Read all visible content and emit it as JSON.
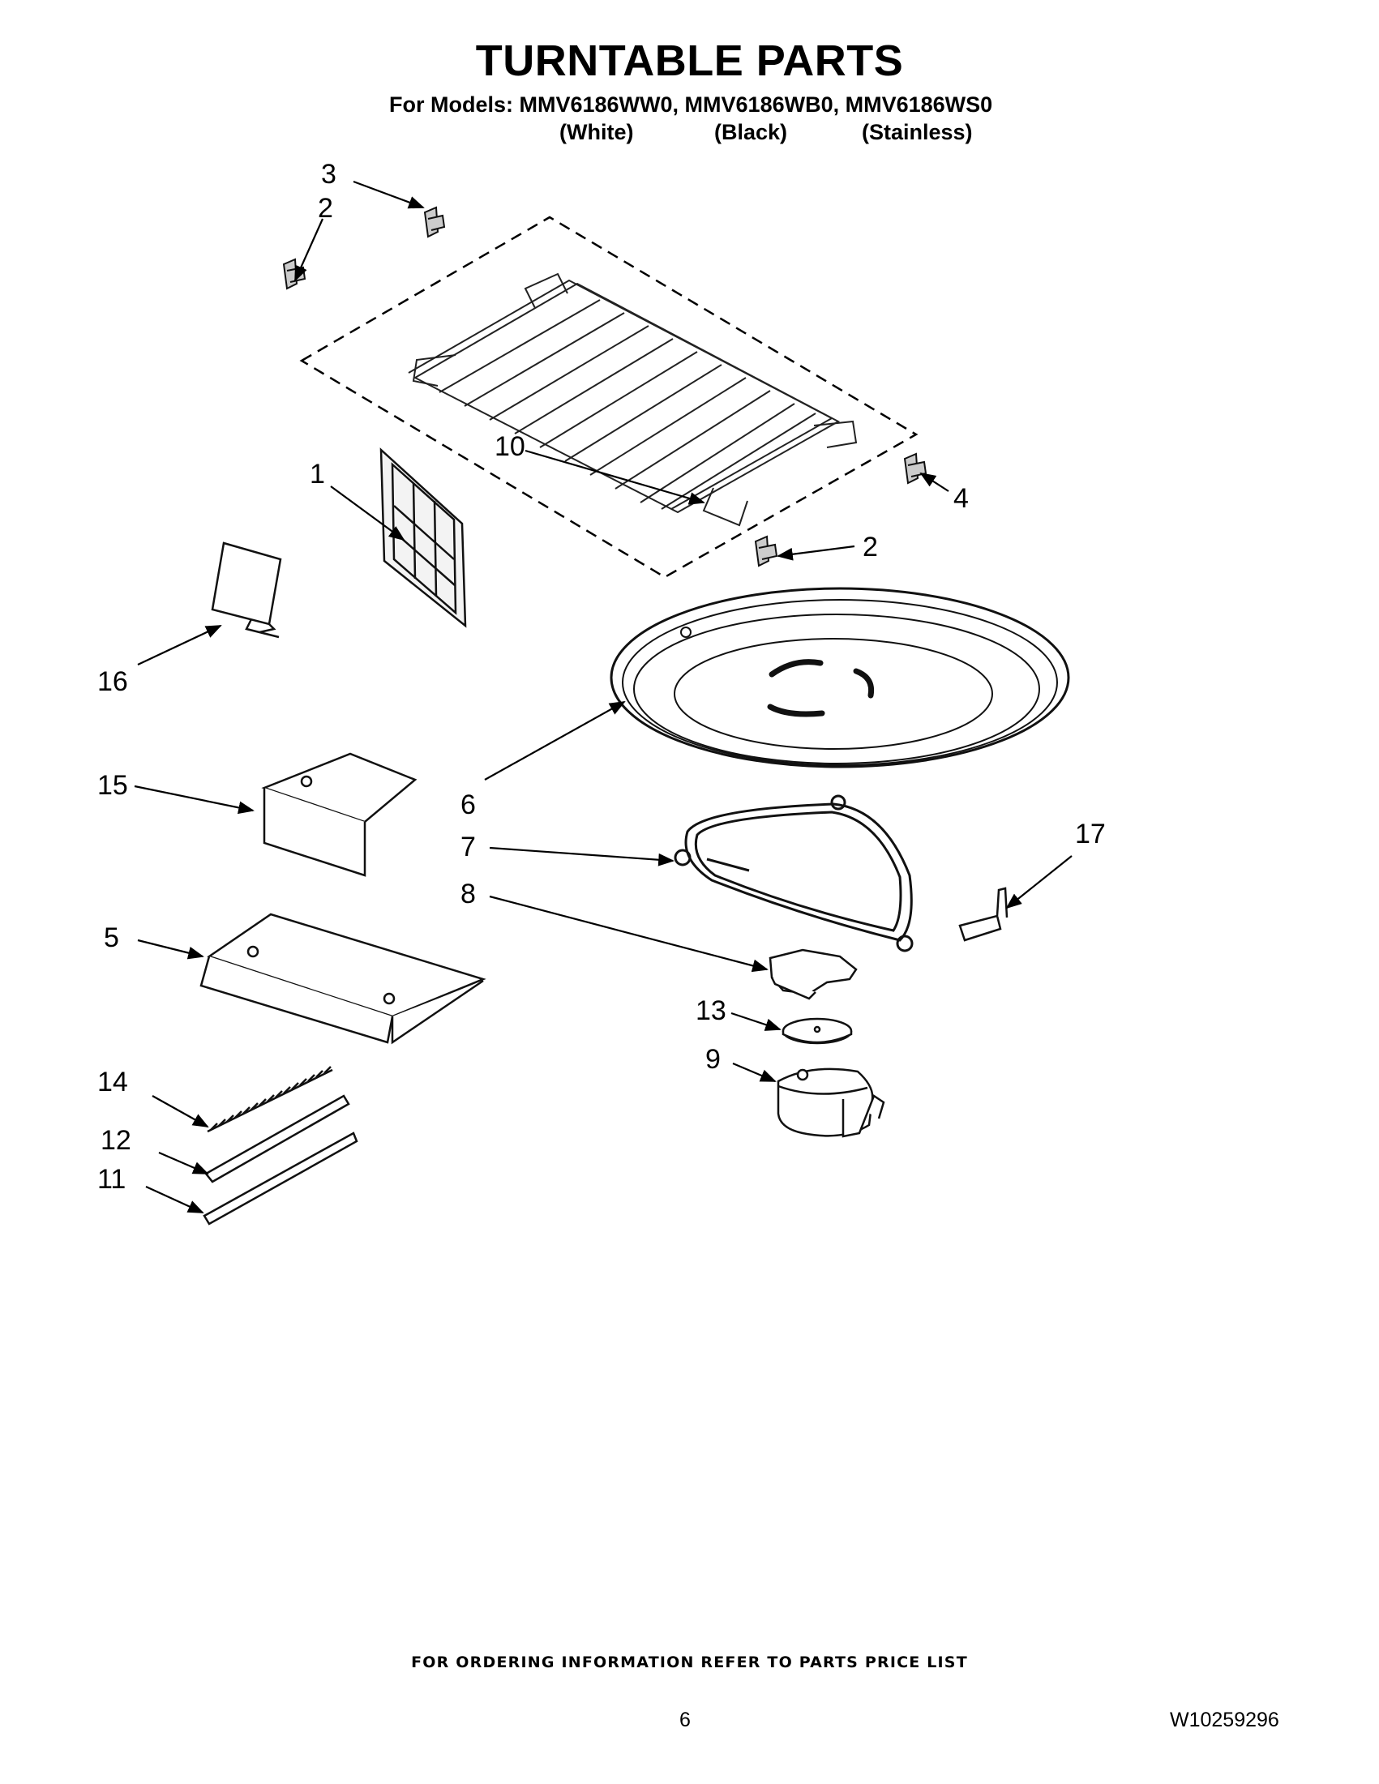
{
  "header": {
    "title": "TURNTABLE PARTS",
    "models_line": "For Models: MMV6186WW0, MMV6186WB0, MMV6186WS0",
    "variants": [
      "(White)",
      "(Black)",
      "(Stainless)"
    ]
  },
  "parts": [
    {
      "id": "p3",
      "label": "3"
    },
    {
      "id": "p2a",
      "label": "2"
    },
    {
      "id": "p10",
      "label": "10"
    },
    {
      "id": "p4",
      "label": "4"
    },
    {
      "id": "p1",
      "label": "1"
    },
    {
      "id": "p2b",
      "label": "2"
    },
    {
      "id": "p16",
      "label": "16"
    },
    {
      "id": "p15",
      "label": "15"
    },
    {
      "id": "p6",
      "label": "6"
    },
    {
      "id": "p7",
      "label": "7"
    },
    {
      "id": "p17",
      "label": "17"
    },
    {
      "id": "p8",
      "label": "8"
    },
    {
      "id": "p5",
      "label": "5"
    },
    {
      "id": "p13",
      "label": "13"
    },
    {
      "id": "p9",
      "label": "9"
    },
    {
      "id": "p14",
      "label": "14"
    },
    {
      "id": "p12",
      "label": "12"
    },
    {
      "id": "p11",
      "label": "11"
    }
  ],
  "footer": {
    "note": "FOR ORDERING INFORMATION REFER TO PARTS PRICE LIST",
    "page_number": "6",
    "doc_number": "W10259296"
  }
}
